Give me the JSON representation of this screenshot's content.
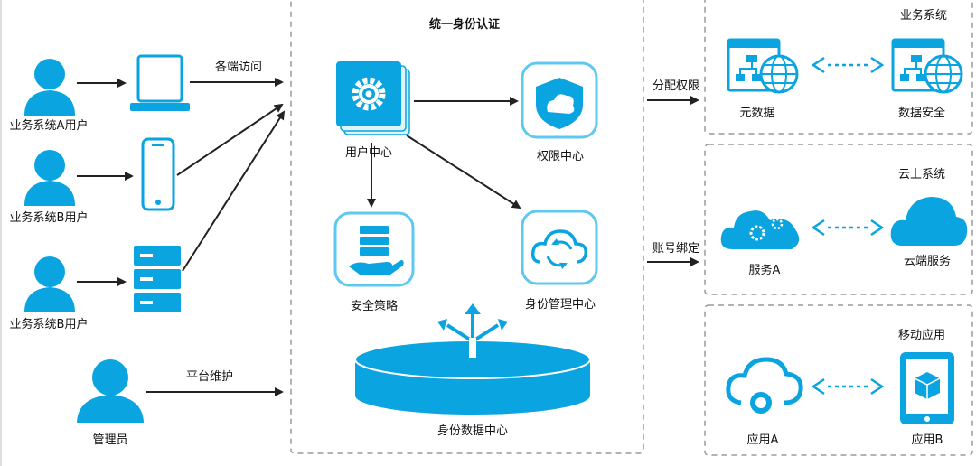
{
  "center_title": "统一身份认证",
  "users": {
    "user_a": "业务系统A用户",
    "user_b1": "业务系统B用户",
    "user_b2": "业务系统B用户",
    "admin": "管理员"
  },
  "edges": {
    "multi_access": "各端访问",
    "platform_maintain": "平台维护",
    "assign_permission": "分配权限",
    "account_binding": "账号绑定"
  },
  "modules": {
    "user_center": "用户中心",
    "permission_center": "权限中心",
    "security_policy": "安全策略",
    "identity_mgmt": "身份管理中心",
    "identity_data": "身份数据中心"
  },
  "panels": {
    "biz": {
      "title": "业务系统",
      "left": "元数据",
      "right": "数据安全"
    },
    "cloud": {
      "title": "云上系统",
      "left": "服务A",
      "right": "云端服务"
    },
    "mobile": {
      "title": "移动应用",
      "left": "应用A",
      "right": "应用B"
    }
  },
  "colors": {
    "accent": "#0aa4e0",
    "light_accent": "#5fc8f0",
    "arrow": "#222222",
    "dash": "#9a9a9a"
  }
}
